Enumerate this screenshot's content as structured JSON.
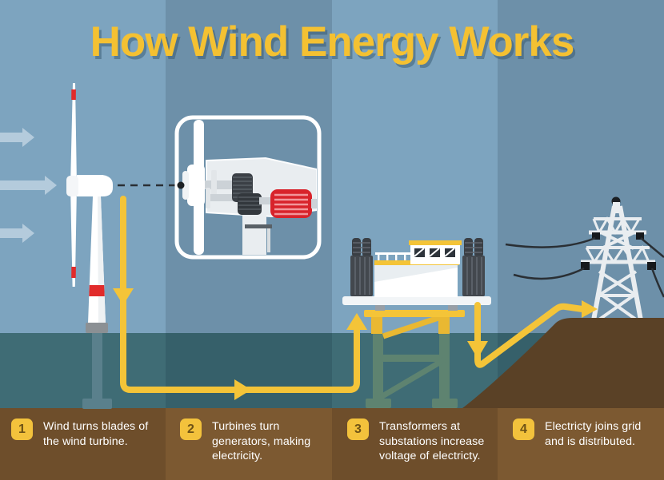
{
  "title": "How Wind Energy Works",
  "steps": [
    {
      "num": "1",
      "text": "Wind turns blades of the wind turbine."
    },
    {
      "num": "2",
      "text": "Turbines turn generators, making electricity."
    },
    {
      "num": "3",
      "text": "Transformers at substations increase voltage of electricty."
    },
    {
      "num": "4",
      "text": "Electricty joins grid and is distributed."
    }
  ],
  "colors": {
    "sky-light": "#7da4bf",
    "sky-dark": "#6d90a9",
    "sea-light": "#3f6c75",
    "sea-dark": "#36606a",
    "ground-light": "#7c5931",
    "ground-dark": "#6e4e2b",
    "hill-brown": "#5a4126",
    "flow-yellow": "#f4c438",
    "title-yellow": "#f4c132",
    "badge-yellow": "#f3c23c",
    "badge-number": "#6d5216",
    "step-text": "#ffffff",
    "turbine-white": "#ffffff",
    "generator-red": "#d8232b",
    "wind-arrow-blue": "#b4cbdc",
    "pylon-gray": "#e9edf0",
    "wire-dark": "#2a2f34",
    "truss-green": "#5e8370",
    "underwater-gray": "#5a808c"
  }
}
